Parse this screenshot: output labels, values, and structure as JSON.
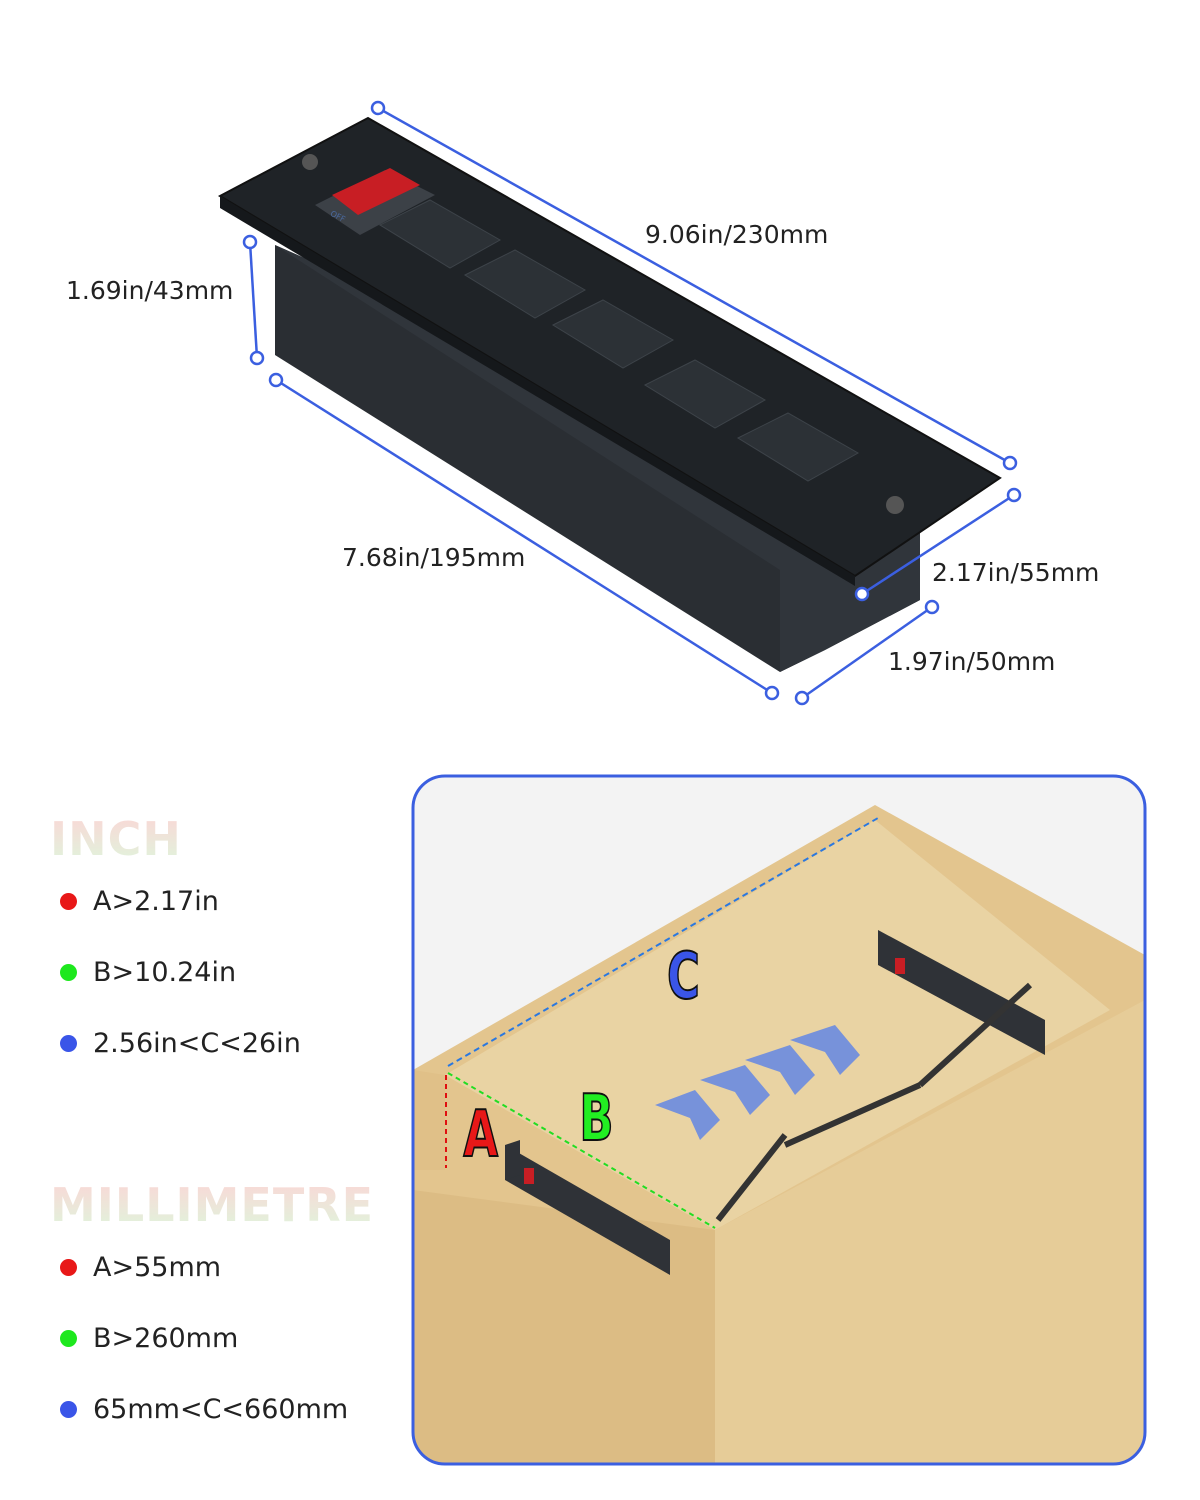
{
  "product": {
    "switch_label": "OFF"
  },
  "dimensions": {
    "length_top": "9.06in/230mm",
    "height": "1.69in/43mm",
    "length_bottom": "7.68in/195mm",
    "width_top": "2.17in/55mm",
    "width_bottom": "1.97in/50mm"
  },
  "inch": {
    "title": "INCH",
    "items": [
      {
        "label": "A>2.17in",
        "color": "#e81818"
      },
      {
        "label": "B>10.24in",
        "color": "#1ee81e"
      },
      {
        "label": "2.56in<C<26in",
        "color": "#3a55e8"
      }
    ]
  },
  "mm": {
    "title": "MILLIMETRE",
    "items": [
      {
        "label": "A>55mm",
        "color": "#e81818"
      },
      {
        "label": "B>260mm",
        "color": "#1ee81e"
      },
      {
        "label": "65mm<C<660mm",
        "color": "#3a55e8"
      }
    ]
  },
  "drawer_labels": {
    "a": "A",
    "b": "B",
    "c": "C"
  },
  "colors": {
    "accent": "#3b5fe0",
    "strip": "#23272c",
    "wood": "#ead3a0"
  }
}
